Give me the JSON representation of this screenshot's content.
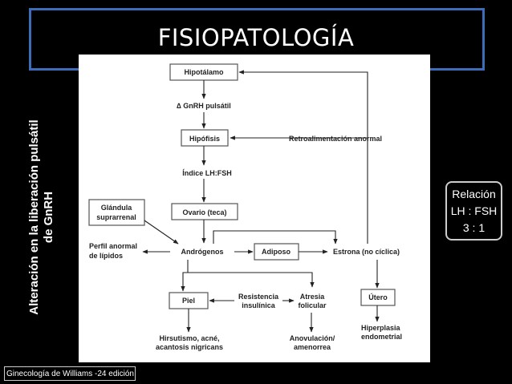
{
  "slide": {
    "title": "FISIOPATOLOGÍA",
    "side_label_line1": "Alteración en la liberación pulsátil",
    "side_label_line2": "de GnRH",
    "ratio_line1": "Relación",
    "ratio_line2": "LH : FSH",
    "ratio_line3": "3 : 1",
    "source": "Ginecología de Williams -24 edición"
  },
  "diagram": {
    "hipotalamo": "Hipotálamo",
    "gnrh": "∆ GnRH pulsátil",
    "hipofisis": "Hipófisis",
    "indice": "Índice LH:FSH",
    "ovario": "Ovario (teca)",
    "glandula_1": "Glándula",
    "glandula_2": "suprarrenal",
    "perfil_1": "Perfil anormal",
    "perfil_2": "de lípidos",
    "androgenos": "Andrógenos",
    "adiposo": "Adiposo",
    "estrona": "Estrona (no cíclica)",
    "retro": "Retroalimentación anormal",
    "piel": "Piel",
    "resistencia_1": "Resistencia",
    "resistencia_2": "insulínica",
    "atresia_1": "Atresia",
    "atresia_2": "folicular",
    "utero": "Útero",
    "hirsutismo_1": "Hirsutismo, acné,",
    "hirsutismo_2": "acantosis nigricans",
    "anovulacion_1": "Anovulación/",
    "anovulacion_2": "amenorrea",
    "hiperplasia_1": "Hiperplasia",
    "hiperplasia_2": "endometrial"
  }
}
